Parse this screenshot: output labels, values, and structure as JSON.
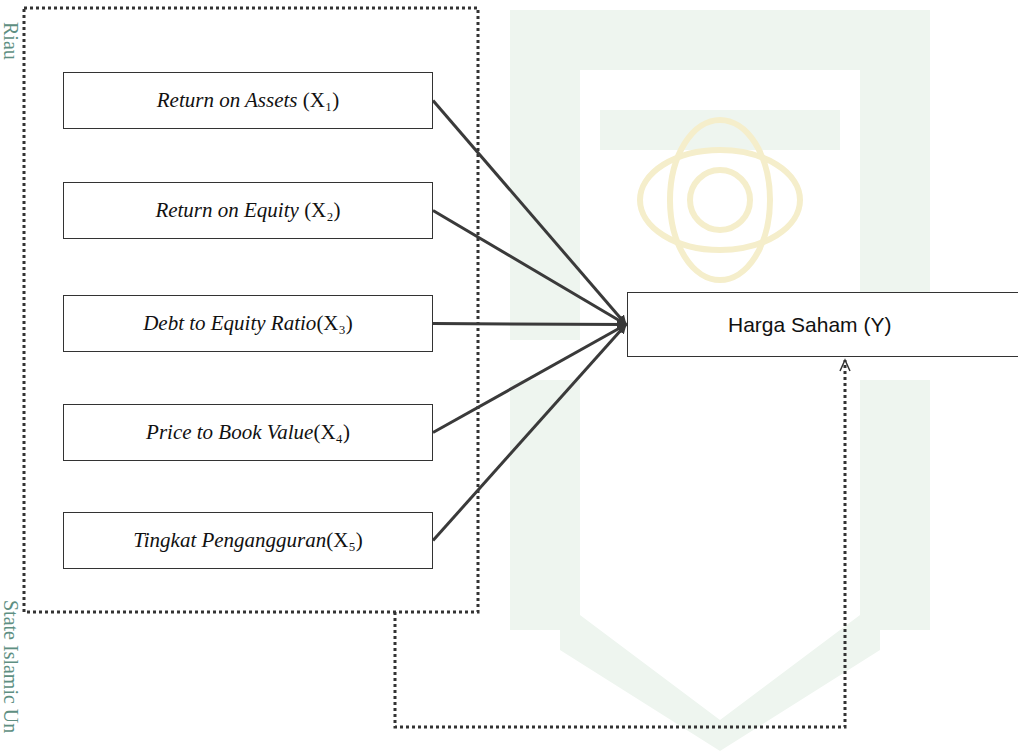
{
  "diagram": {
    "nodes": [
      {
        "text": [
          "Return on Assets (X₁)"
        ]
      },
      {
        "text": [
          "Return on Equity (X₂)"
        ]
      },
      {
        "text": [
          "Debt to Equity Ratio(X₃)"
        ]
      },
      {
        "text": [
          "Price to Book Value(X₄)"
        ]
      },
      {
        "text": [
          "Tingkat Pengangguran(X₅)"
        ]
      },
      {
        "text": [
          "Harga Saham (Y)"
        ]
      }
    ],
    "edges": [
      {
        "from": 0,
        "to": 5,
        "arrow": "to"
      },
      {
        "from": 1,
        "to": 5,
        "arrow": "to"
      },
      {
        "from": 2,
        "to": 5,
        "arrow": "to"
      },
      {
        "from": 3,
        "to": 5,
        "arrow": "to"
      },
      {
        "from": 4,
        "to": 5,
        "arrow": "to"
      }
    ],
    "labels": [
      "Riau",
      "State Islamic Un"
    ]
  }
}
